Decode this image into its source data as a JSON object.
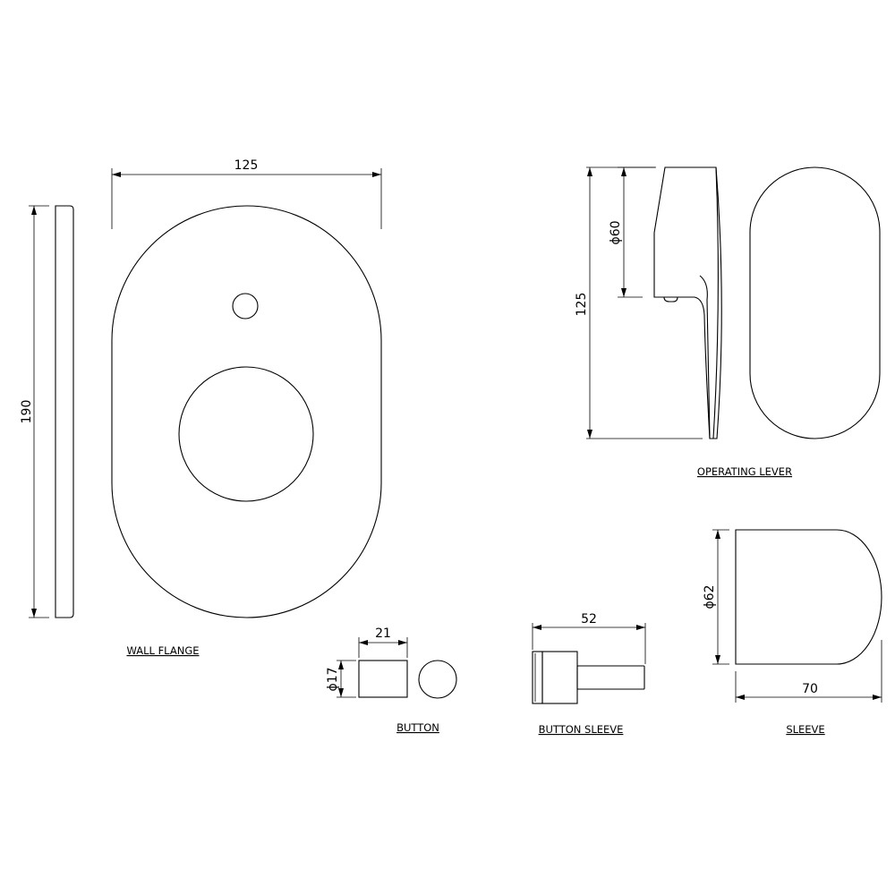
{
  "labels": {
    "wall_flange": "WALL FLANGE",
    "operating_lever": "OPERATING LEVER",
    "button": "BUTTON",
    "button_sleeve": "BUTTON SLEEVE",
    "sleeve": "SLEEVE"
  },
  "dimensions": {
    "flange_height": "190",
    "flange_width": "125",
    "lever_height": "125",
    "lever_diameter": "ϕ60",
    "button_length": "21",
    "button_diameter": "ϕ17",
    "button_sleeve_length": "52",
    "sleeve_diameter": "ϕ62",
    "sleeve_length": "70"
  }
}
